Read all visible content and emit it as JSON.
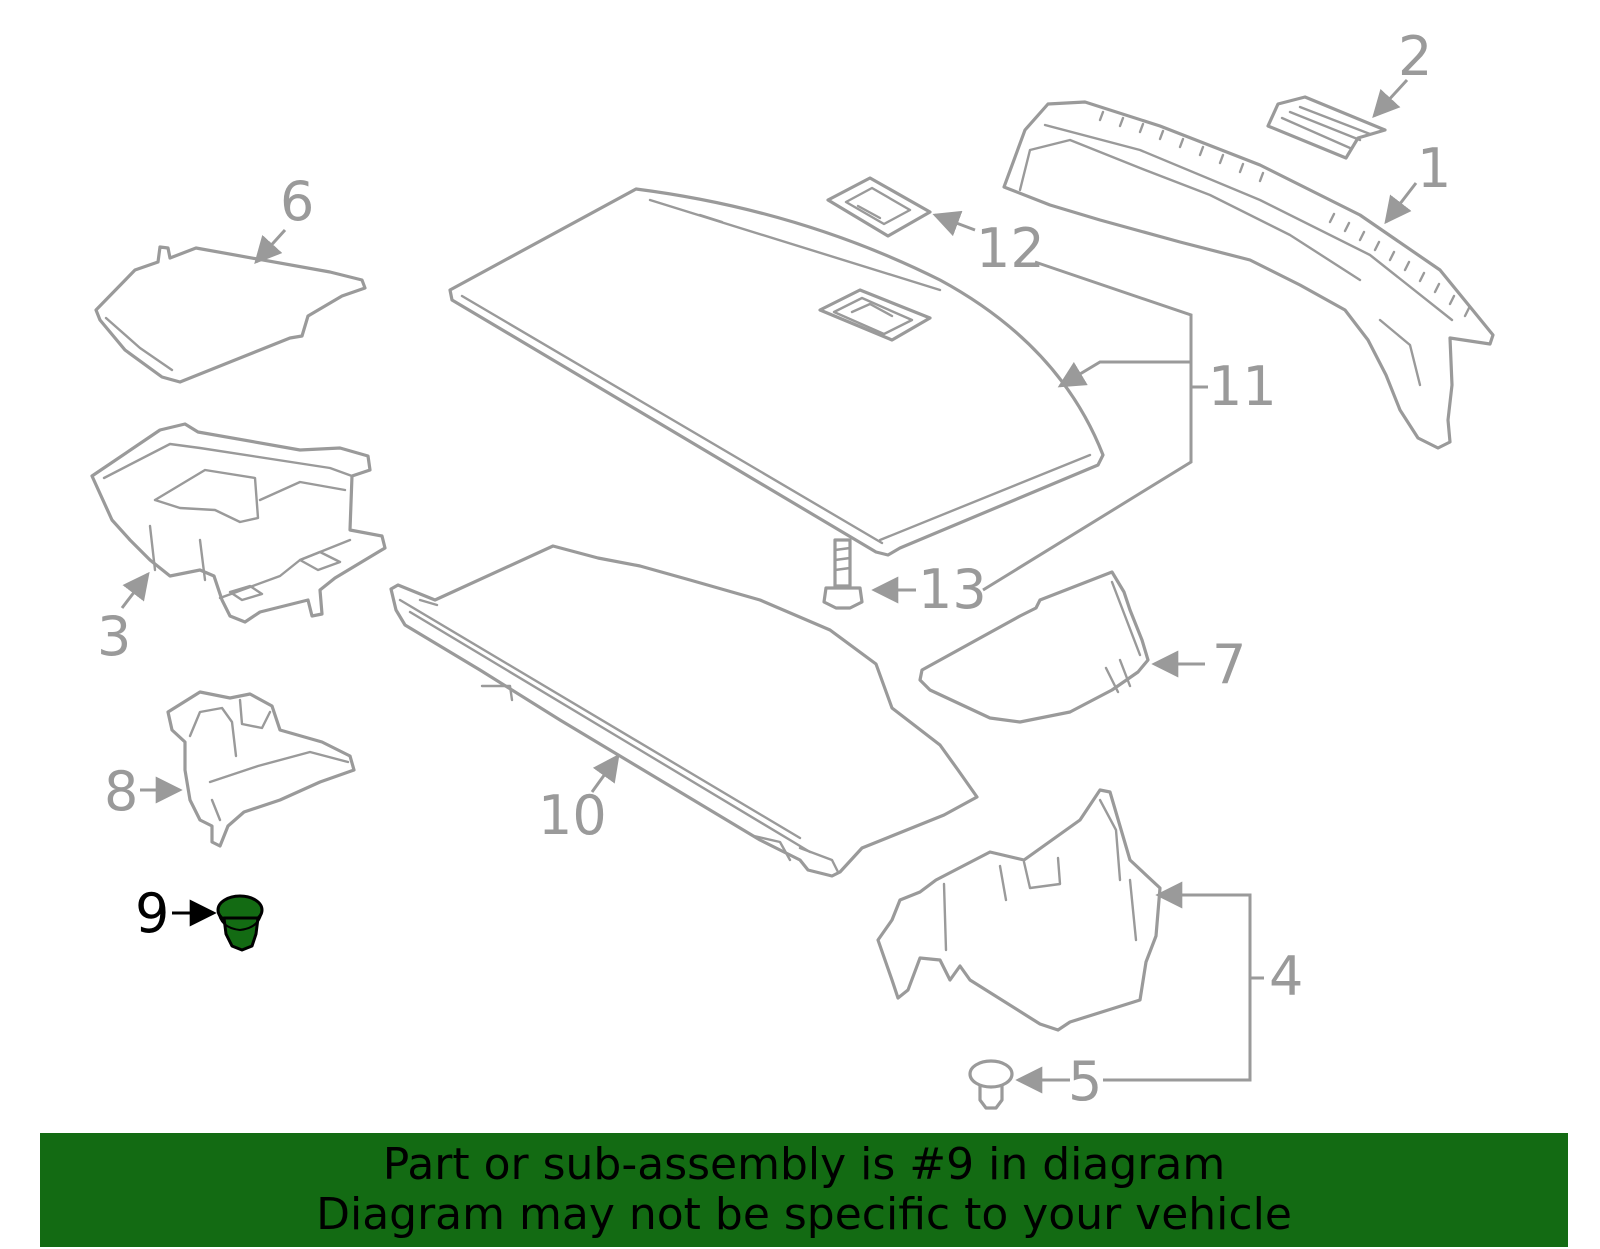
{
  "callouts": {
    "c1": "1",
    "c2": "2",
    "c3": "3",
    "c4": "4",
    "c5": "5",
    "c6": "6",
    "c7": "7",
    "c8": "8",
    "c9": "9",
    "c10": "10",
    "c11": "11",
    "c12": "12",
    "c13": "13"
  },
  "highlighted_part": "9",
  "colors": {
    "line": "#9a9a9a",
    "highlight_fill": "#136b13",
    "banner": "#136b13",
    "text": "#000000"
  },
  "banner": {
    "line1": "Part or sub-assembly is #9 in diagram",
    "line2": "Diagram may not be specific to your vehicle"
  }
}
